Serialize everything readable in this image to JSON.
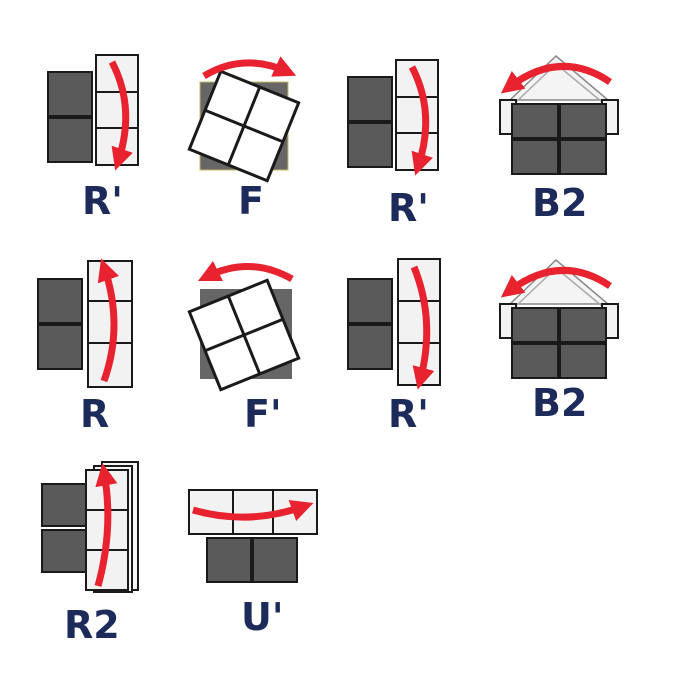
{
  "colors": {
    "sticker_dark": "#5a5a5a",
    "sticker_white": "#ffffff",
    "sticker_light": "#eeeeee",
    "grid_line": "#1a1a1a",
    "arrow_red": "#e8232f",
    "label_navy": "#1c2b5a"
  },
  "moves": [
    {
      "notation": "R'",
      "icon": "right-face-down-arrow-icon"
    },
    {
      "notation": "F",
      "icon": "front-face-clockwise-arrow-icon"
    },
    {
      "notation": "R'",
      "icon": "right-face-down-arrow-icon"
    },
    {
      "notation": "B2",
      "icon": "back-face-double-turn-arrow-icon"
    },
    {
      "notation": "R",
      "icon": "right-face-up-arrow-icon"
    },
    {
      "notation": "F'",
      "icon": "front-face-counterclockwise-arrow-icon"
    },
    {
      "notation": "R'",
      "icon": "right-face-down-arrow-icon"
    },
    {
      "notation": "B2",
      "icon": "back-face-double-turn-arrow-icon"
    },
    {
      "notation": "R2",
      "icon": "right-face-double-turn-arrow-icon"
    },
    {
      "notation": "U'",
      "icon": "up-face-counterclockwise-arrow-icon"
    }
  ]
}
